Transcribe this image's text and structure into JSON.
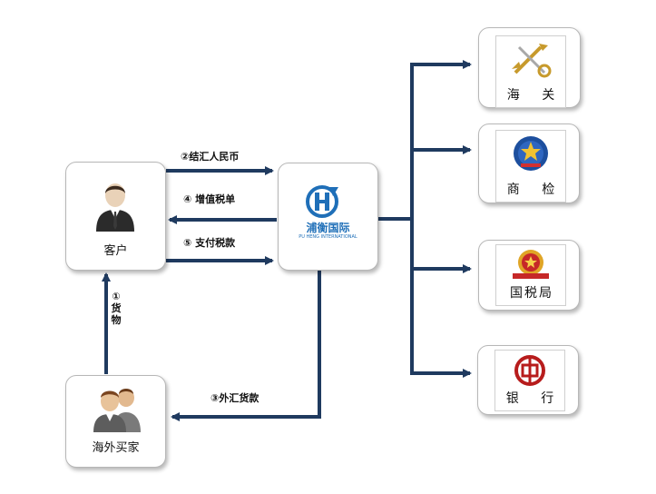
{
  "nodes": {
    "customer": "客户",
    "company_name": "浦衡国际",
    "company_sub": "PU HENG INTERNATIONAL",
    "buyer": "海外买家",
    "customs": "海 关",
    "inspection": "商 检",
    "tax_bureau": "国税局",
    "bank": "银 行"
  },
  "edges": {
    "settle": "②结汇人民币",
    "invoice": "④ 增值税单",
    "pay_tax": "⑤ 支付税款",
    "goods_num": "①",
    "goods_1": "货",
    "goods_2": "物",
    "fx_payment": "③外汇货款"
  },
  "colors": {
    "arrow": "#1f3a5f",
    "brand_blue": "#1f6fb8"
  },
  "icons": {
    "customer": "businessman-icon",
    "buyer": "buyers-group-icon",
    "company": "company-logo",
    "customs": "customs-emblem-icon",
    "inspection": "inspection-emblem-icon",
    "tax_bureau": "national-emblem-icon",
    "bank": "bank-of-china-icon"
  }
}
